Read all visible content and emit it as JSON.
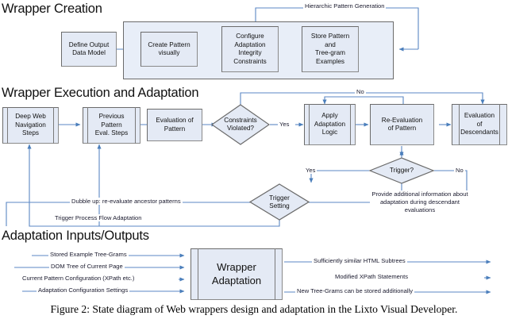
{
  "figure": {
    "caption": "Figure 2: State diagram of Web wrappers design and adaptation in the Lixto Visual Developer."
  },
  "colors": {
    "node_fill": "#e4eaf5",
    "group_fill": "#e8eef8",
    "node_border": "#6b6b6b",
    "wire": "#4a7ebb",
    "text": "#111111"
  },
  "sections": [
    {
      "id": "creation",
      "title": "Wrapper Creation"
    },
    {
      "id": "execution",
      "title": "Wrapper Execution and Adaptation"
    },
    {
      "id": "io",
      "title": "Adaptation Inputs/Outputs"
    }
  ],
  "creation": {
    "group_label": "Hierarchic Pattern Generation",
    "nodes": [
      {
        "id": "define-output-data-model",
        "label": "Define Output\nData Model"
      },
      {
        "id": "create-pattern-visually",
        "label": "Create Pattern\nvisually"
      },
      {
        "id": "configure-adaptation-integrity-constraints",
        "label": "Configure\nAdaptation\nIntegrity\nConstraints"
      },
      {
        "id": "store-pattern-and-tree-gram-examples",
        "label": "Store Pattern\nand\nTree-gram\nExamples"
      }
    ]
  },
  "execution": {
    "nodes": [
      {
        "id": "deep-web-navigation-steps",
        "label": "Deep Web\nNavigation\nSteps"
      },
      {
        "id": "previous-pattern-eval-steps",
        "label": "Previous\nPattern\nEval. Steps"
      },
      {
        "id": "evaluation-of-pattern",
        "label": "Evaluation of\nPattern"
      },
      {
        "id": "apply-adaptation-logic",
        "label": "Apply\nAdaptation\nLogic"
      },
      {
        "id": "re-evaluation-of-pattern",
        "label": "Re-Evaluation\nof Pattern"
      },
      {
        "id": "evaluation-of-descendants",
        "label": "Evaluation\nof\nDescendants"
      }
    ],
    "decisions": [
      {
        "id": "constraints-violated",
        "label": "Constraints\nViolated?"
      },
      {
        "id": "trigger",
        "label": "Trigger?"
      },
      {
        "id": "trigger-setting",
        "label": "Trigger\nSetting"
      }
    ],
    "edge_labels": {
      "no_top": "No",
      "yes_constraints": "Yes",
      "yes_trigger": "Yes",
      "no_trigger": "No",
      "bubble_up": "Dubble up: re-evaluate ancestor patterns",
      "trigger_process_flow": "Trigger Process Flow Adaptation",
      "provide_info": "Provide additional information about adaptation during descendant evaluations"
    }
  },
  "io": {
    "center_node": {
      "id": "wrapper-adaptation",
      "label": "Wrapper\nAdaptation"
    },
    "inputs": [
      "Stored Example Tree-Grams",
      "DOM Tree of Current Page",
      "Current Pattern Configuration (XPath etc.)",
      "Adaptation Configuration Settings"
    ],
    "outputs": [
      "Sufficiently similar HTML Subtrees",
      "Modified XPath Statements",
      "New Tree-Grams can be  stored additionally"
    ]
  }
}
